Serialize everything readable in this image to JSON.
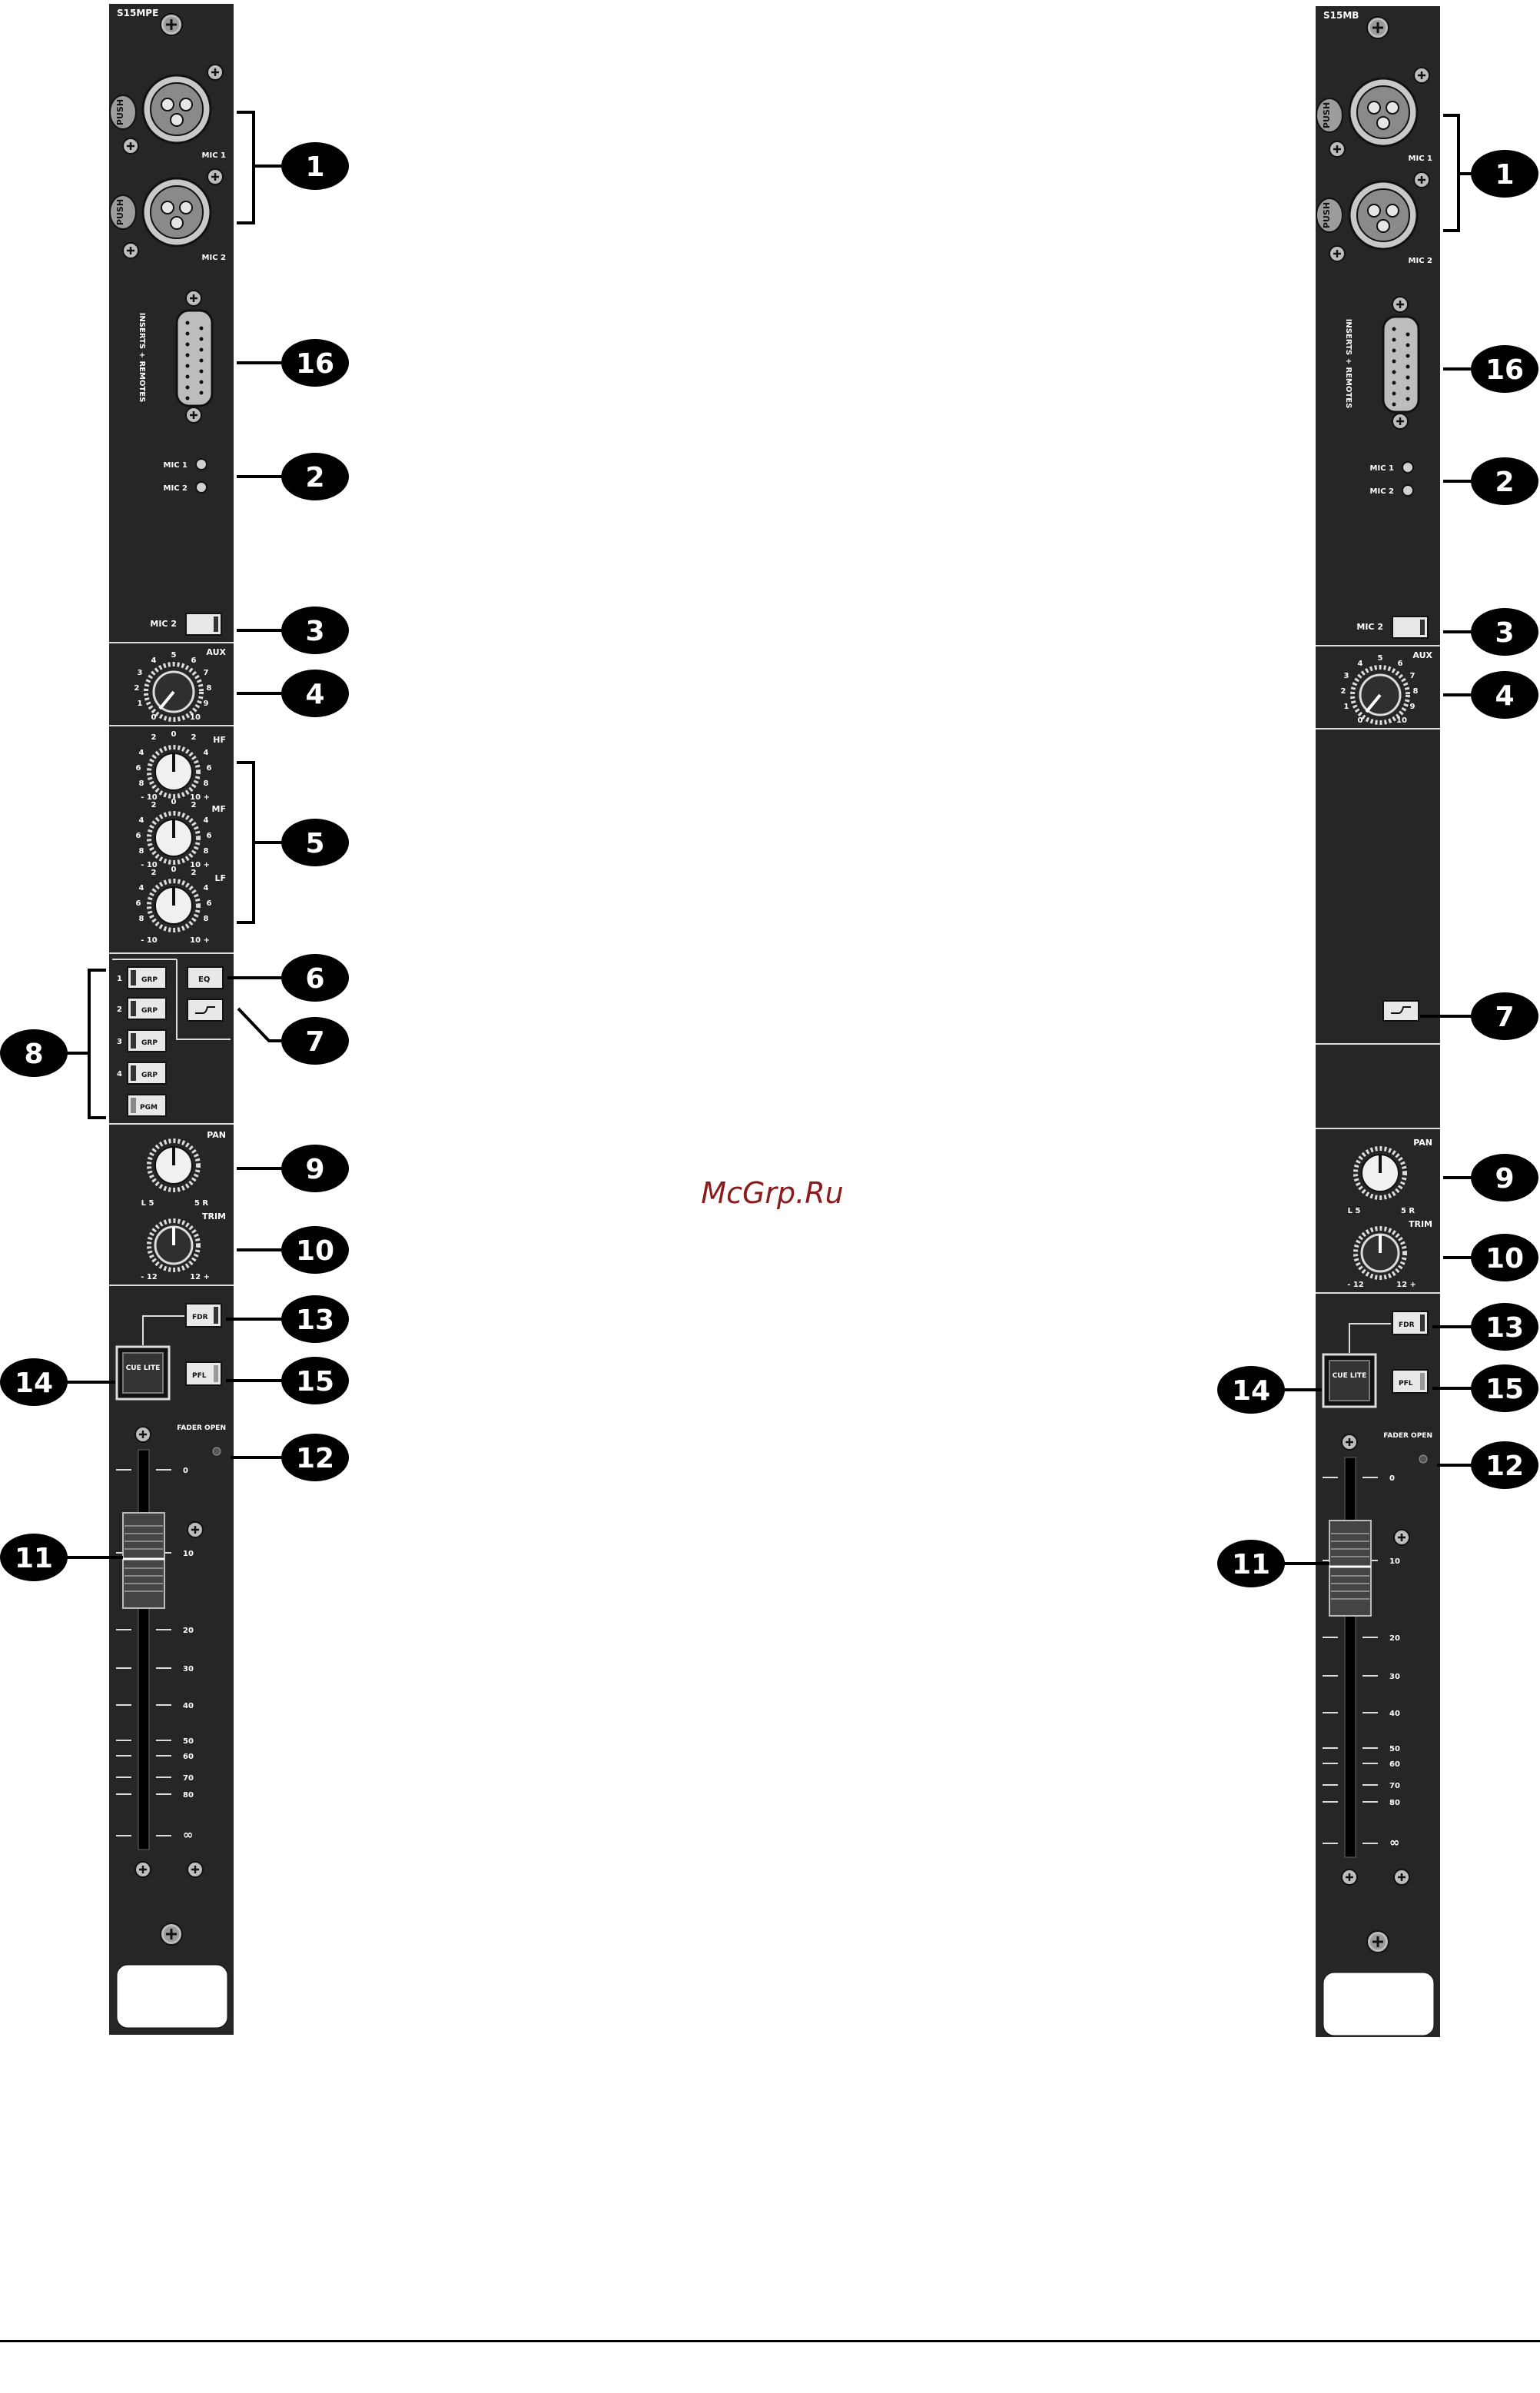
{
  "watermark": "McGrp.Ru",
  "strips": [
    {
      "title": "S15MPE",
      "mic1": "MIC 1",
      "mic2": "MIC 2",
      "push": "PUSH",
      "inserts_label": "INSERTS + REMOTES",
      "trim_mic1": "MIC 1",
      "trim_mic2": "MIC 2",
      "mic2_switch": "MIC 2",
      "aux": "AUX",
      "aux_scale": [
        "0",
        "1",
        "2",
        "3",
        "4",
        "5",
        "6",
        "7",
        "8",
        "9",
        "10"
      ],
      "hf": "HF",
      "mf": "MF",
      "lf": "LF",
      "eq_scale_top": [
        "2",
        "0",
        "2"
      ],
      "eq_scale_side": [
        "4",
        "6",
        "8"
      ],
      "eq_minus": "- 10",
      "eq_plus": "10 +",
      "eq_button": "EQ",
      "routing": [
        {
          "num": "1",
          "label": "GRP"
        },
        {
          "num": "2",
          "label": "GRP"
        },
        {
          "num": "3",
          "label": "GRP"
        },
        {
          "num": "4",
          "label": "GRP"
        },
        {
          "num": "",
          "label": "PGM"
        }
      ],
      "pan": "PAN",
      "pan_left": "L 5",
      "pan_right": "5 R",
      "trim": "TRIM",
      "trim_minus": "- 12",
      "trim_plus": "12 +",
      "fdr": "FDR",
      "cue": "CUE LITE",
      "pfl": "PFL",
      "fader_open": "FADER OPEN",
      "fader_scale": [
        "0",
        "10",
        "20",
        "30",
        "40",
        "50",
        "60",
        "70",
        "80",
        "∞"
      ]
    },
    {
      "title": "S15MB",
      "mic1": "MIC 1",
      "mic2": "MIC 2",
      "push": "PUSH",
      "inserts_label": "INSERTS + REMOTES",
      "trim_mic1": "MIC 1",
      "trim_mic2": "MIC 2",
      "mic2_switch": "MIC 2",
      "aux": "AUX",
      "aux_scale": [
        "0",
        "1",
        "2",
        "3",
        "4",
        "5",
        "6",
        "7",
        "8",
        "9",
        "10"
      ],
      "pan": "PAN",
      "pan_left": "L 5",
      "pan_right": "5 R",
      "trim": "TRIM",
      "trim_minus": "- 12",
      "trim_plus": "12 +",
      "fdr": "FDR",
      "cue": "CUE LITE",
      "pfl": "PFL",
      "fader_open": "FADER OPEN",
      "fader_scale": [
        "0",
        "10",
        "20",
        "30",
        "40",
        "50",
        "60",
        "70",
        "80",
        "∞"
      ]
    }
  ],
  "callouts_left": [
    "1",
    "16",
    "2",
    "3",
    "4",
    "5",
    "6",
    "7",
    "8",
    "9",
    "10",
    "13",
    "14",
    "15",
    "12",
    "11"
  ],
  "callouts_right": [
    "1",
    "16",
    "2",
    "3",
    "4",
    "7",
    "9",
    "10",
    "13",
    "14",
    "15",
    "12",
    "11"
  ],
  "colors": {
    "panel": "#262626",
    "ink": "#000000",
    "label": "#ffffff",
    "watermark": "#8a1c1c"
  }
}
